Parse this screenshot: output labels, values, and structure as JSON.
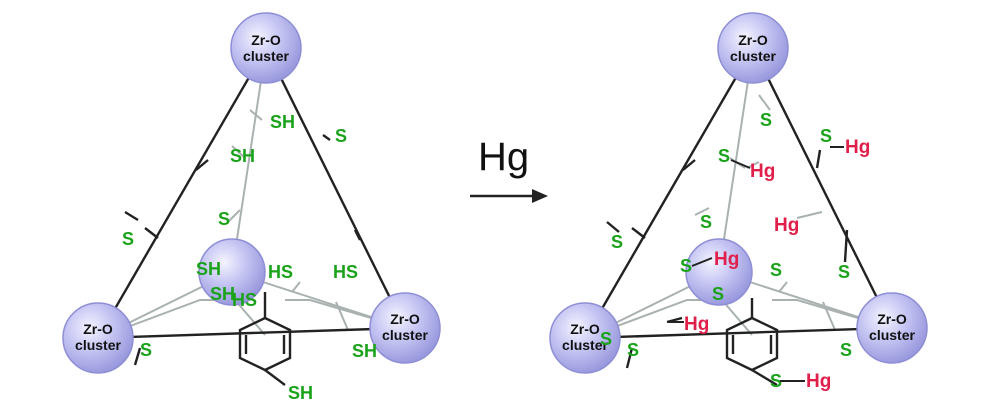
{
  "colors": {
    "background": "#ffffff",
    "edge_dark": "#222222",
    "edge_light": "#a9b1b1",
    "sulfur_green": "#1aa31a",
    "mercury_red": "#e0204a",
    "sphere_fill": "#b9b9ef",
    "sphere_stroke": "#8e8ed6",
    "node_text": "#111111"
  },
  "reaction": {
    "reagent_label": "Hg",
    "arrow_icon": "right-arrow-icon"
  },
  "cluster_label": {
    "line1": "Zr-O",
    "line2": "cluster"
  },
  "left_framework": {
    "groups": [
      "SH",
      "SH",
      "S",
      "S",
      "S",
      "SH",
      "HS",
      "HS",
      "SH",
      "HS",
      "S",
      "SH",
      "SH"
    ]
  },
  "right_framework": {
    "groups": [
      "S",
      "S",
      "S",
      "S",
      "S",
      "S",
      "S",
      "S",
      "S",
      "S",
      "S",
      "S",
      "S"
    ],
    "mercury": [
      "Hg",
      "Hg",
      "Hg",
      "Hg",
      "Hg",
      "Hg"
    ]
  }
}
